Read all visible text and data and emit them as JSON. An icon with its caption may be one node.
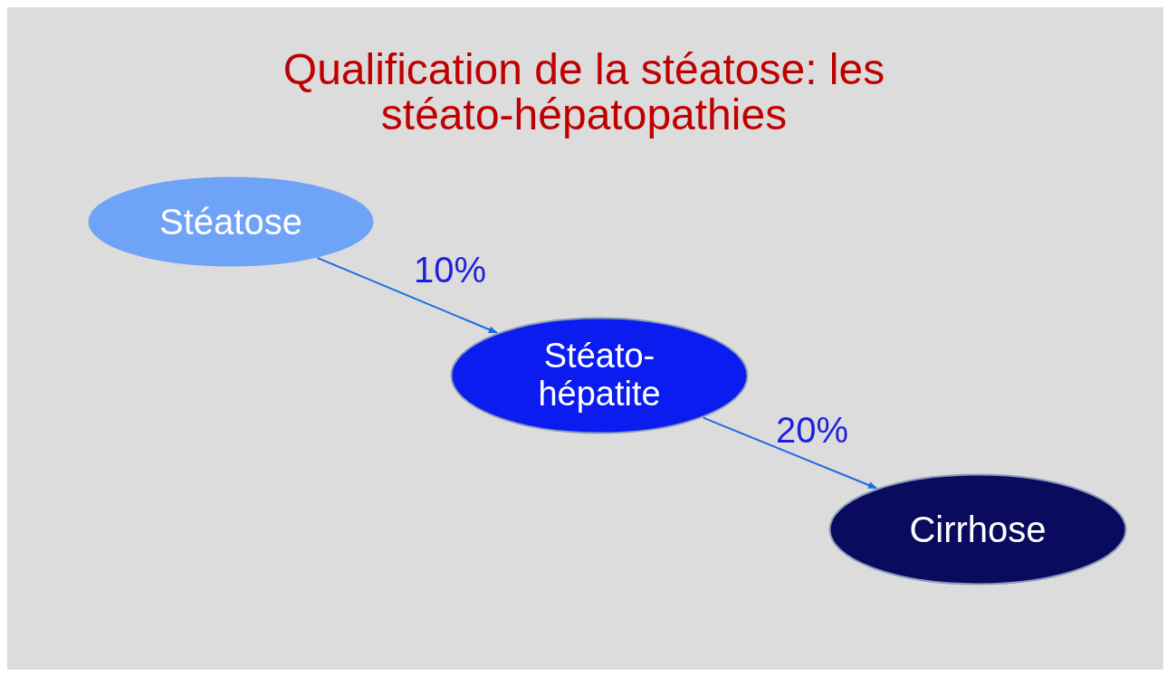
{
  "diagram": {
    "title": "Qualification de la stéatose: les stéato-hépatopathies",
    "nodes": [
      {
        "text": [
          "Stéatose"
        ]
      },
      {
        "text": [
          "Stéato- hépatite"
        ]
      },
      {
        "text": [
          "Cirrhose"
        ]
      }
    ],
    "edges": [
      {
        "from": 0,
        "to": 1,
        "arrow": "to",
        "label": "10%"
      },
      {
        "from": 1,
        "to": 2,
        "arrow": "to",
        "label": "20%"
      }
    ]
  }
}
